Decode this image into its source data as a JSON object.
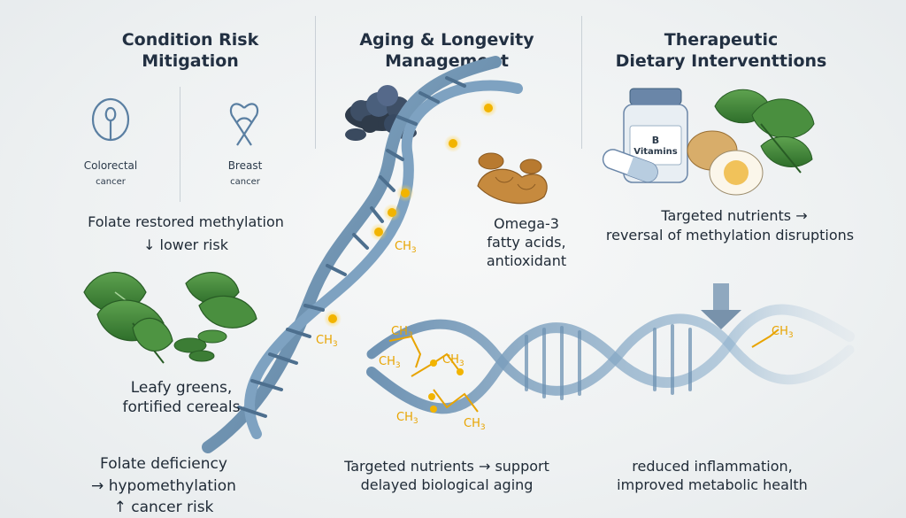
{
  "columns": {
    "left": {
      "title": "Condition Risk\nMitigation",
      "icons": [
        {
          "icon": "colon-icon",
          "label": "Colorectal",
          "sub": "cancer"
        },
        {
          "icon": "ribbon-icon",
          "label": "Breast",
          "sub": "cancer"
        }
      ],
      "restored": "Folate restored methylation",
      "lower_risk": "↓ lower risk",
      "greens_caption": "Leafy greens,\nfortified cereals",
      "deficiency_line1": "Folate deficiency",
      "deficiency_line2": "→ hypomethylation",
      "deficiency_line3": "↑  cancer risk"
    },
    "middle": {
      "title": "Aging & Longevity\nManagement",
      "omega": "Omega-3\nfatty acids,\nantioxidant",
      "bottom_line1": "Targeted nutrients → support",
      "bottom_line2": "delayed biological aging"
    },
    "right": {
      "title": "Therapeutic\nDietary Interventtions",
      "bottle_label_1": "B",
      "bottle_label_2": "Vitamins",
      "targeted_line1": "Targeted nutrients →",
      "targeted_line2": "reversal of methylation disruptions",
      "bottom_line1": "reduced inflammation,",
      "bottom_line2": "improved metabolic health"
    }
  },
  "methyl_label": "CH3",
  "colors": {
    "dna_blue": "#6f93b3",
    "dna_dark": "#3f5f7d",
    "methyl_gold": "#f2b400",
    "leaf_green": "#3f8a3a"
  }
}
